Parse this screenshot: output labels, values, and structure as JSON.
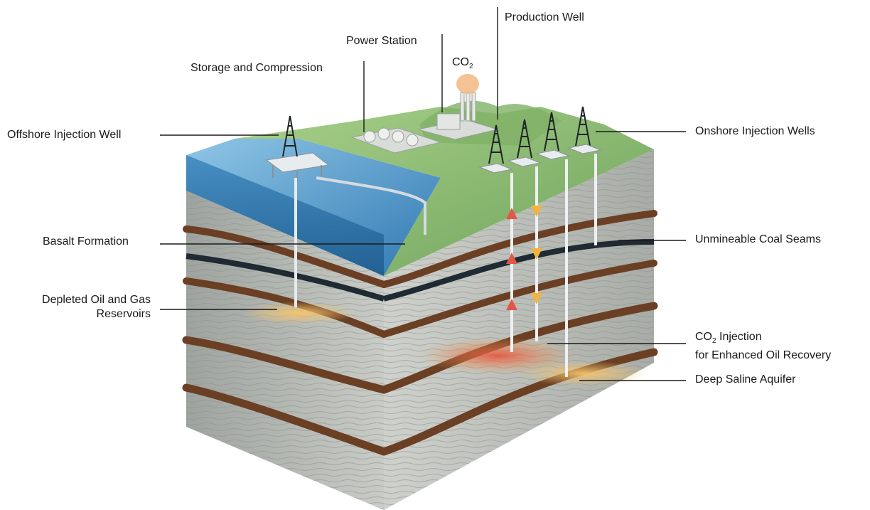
{
  "labels": {
    "offshore_injection_well": "Offshore Injection Well",
    "storage_and_compression": "Storage and Compression",
    "power_station": "Power Station",
    "production_well": "Production Well",
    "onshore_injection_wells": "Onshore Injection Wells",
    "basalt_formation": "Basalt Formation",
    "unmineable_coal_seams": "Unmineable Coal Seams",
    "depleted_reservoirs_line1": "Depleted Oil and Gas",
    "depleted_reservoirs_line2": "Reservoirs",
    "co2_injection_prefix": "CO",
    "co2_injection_sub": "2",
    "co2_injection_suffix": " Injection",
    "enhanced_oil_recovery": "for Enhanced Oil Recovery",
    "deep_saline_aquifer": "Deep Saline Aquifer",
    "co2_emission_prefix": "CO",
    "co2_emission_sub": "2"
  },
  "colors": {
    "sea": "#3f8fc4",
    "land": "#8fbf7a",
    "rock": "#b9bcb6",
    "seam": "#6b3f24",
    "coal": "#1f2a33",
    "reservoir": "#f0b25a",
    "arrow_up": "#e0584a",
    "arrow_down": "#f2b43c"
  }
}
